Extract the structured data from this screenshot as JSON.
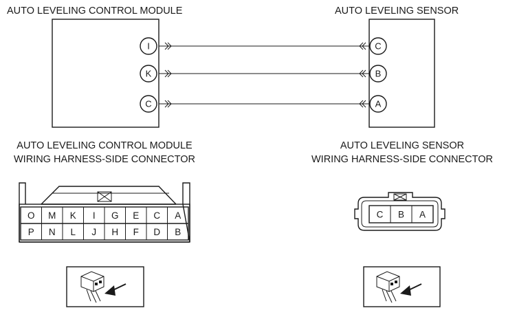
{
  "labels": {
    "module_title": "AUTO LEVELING CONTROL MODULE",
    "sensor_title": "AUTO LEVELING SENSOR",
    "module_connector_line1": "AUTO LEVELING CONTROL MODULE",
    "module_connector_line2": "WIRING HARNESS-SIDE CONNECTOR",
    "sensor_connector_line1": "AUTO LEVELING SENSOR",
    "sensor_connector_line2": "WIRING HARNESS-SIDE CONNECTOR"
  },
  "wires": [
    {
      "module_pin": "I",
      "sensor_pin": "C"
    },
    {
      "module_pin": "K",
      "sensor_pin": "B"
    },
    {
      "module_pin": "C",
      "sensor_pin": "A"
    }
  ],
  "module_connector": {
    "top_row": [
      "O",
      "M",
      "K",
      "I",
      "G",
      "E",
      "C",
      "A"
    ],
    "bottom_row": [
      "P",
      "N",
      "L",
      "J",
      "H",
      "F",
      "D",
      "B"
    ]
  },
  "sensor_connector": {
    "pins": [
      "C",
      "B",
      "A"
    ]
  }
}
